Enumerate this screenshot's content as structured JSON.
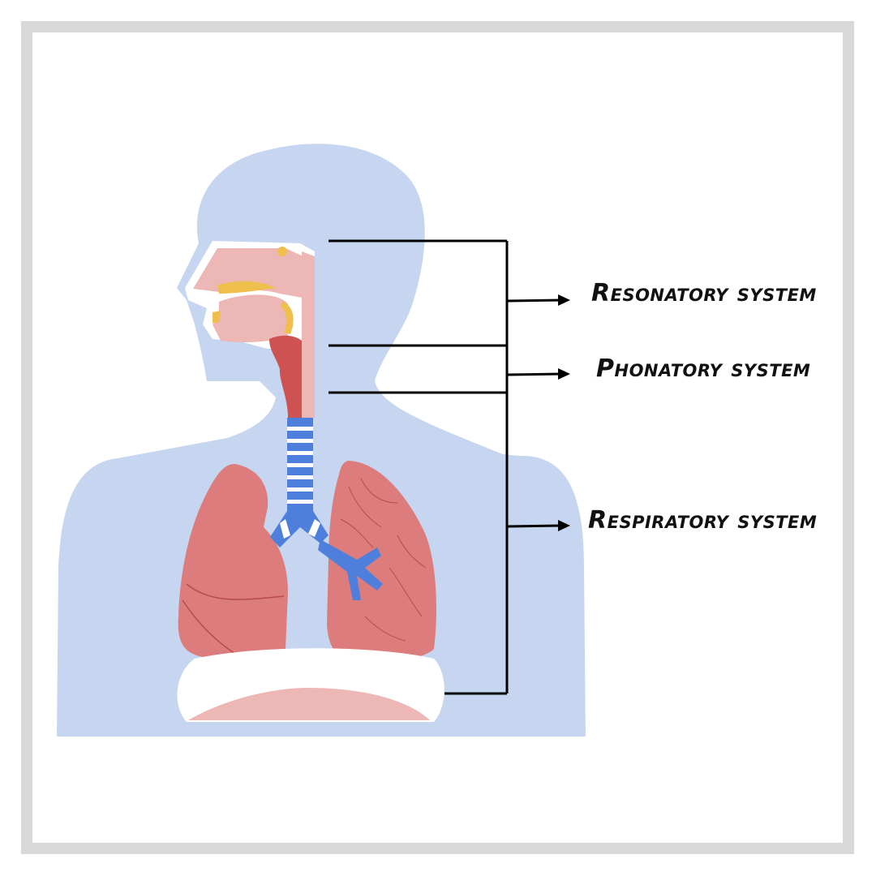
{
  "diagram": {
    "labels": {
      "resonatory": "Resonatory system",
      "phonatory": "Phonatory system",
      "respiratory": "Respiratory system"
    },
    "colors": {
      "body_silhouette": "#c6d6f0",
      "nasal_cavity": "#ecb7b5",
      "oral_cavity": "#ecb7b5",
      "palate_bone": "#efbf4d",
      "larynx": "#cf5252",
      "trachea": "#4f7fdc",
      "lungs": "#dd7c7c",
      "diaphragm": "#ffffff",
      "diaphragm_muscle": "#ecb7b5",
      "bracket_line": "#000000",
      "frame_border": "#d9d9d9"
    }
  }
}
